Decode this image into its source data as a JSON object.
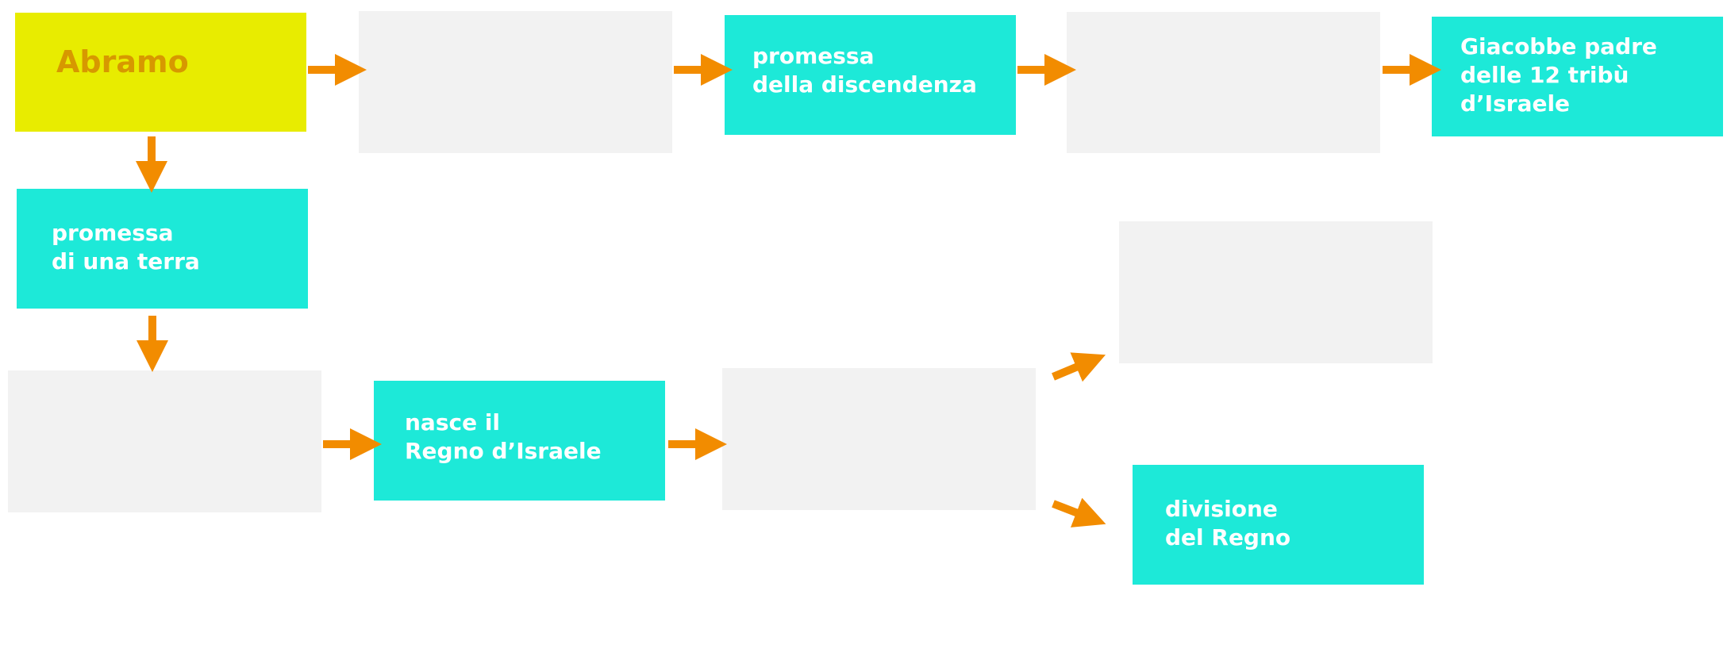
{
  "diagram": {
    "nodes": [
      {
        "id": "abramo",
        "label": "Abramo"
      },
      {
        "id": "empty-1",
        "label": ""
      },
      {
        "id": "promessa-discendenza",
        "label": "promessa\ndella discendenza"
      },
      {
        "id": "empty-2",
        "label": ""
      },
      {
        "id": "giacobbe",
        "label": "Giacobbe padre\ndelle 12 tribù\nd’Israele"
      },
      {
        "id": "promessa-terra",
        "label": "promessa\ndi una terra"
      },
      {
        "id": "empty-3",
        "label": ""
      },
      {
        "id": "regno-israele",
        "label": "nasce il\nRegno d’Israele"
      },
      {
        "id": "empty-4",
        "label": ""
      },
      {
        "id": "empty-5",
        "label": ""
      },
      {
        "id": "divisione-regno",
        "label": "divisione\ndel Regno"
      }
    ],
    "colors": {
      "accent_yellow": "#e8ec00",
      "abramo_text": "#d79800",
      "teal": "#1de9d8",
      "placeholder": "#f2f2f2",
      "arrow": "#f28c00",
      "label_text": "#ffffff"
    }
  }
}
